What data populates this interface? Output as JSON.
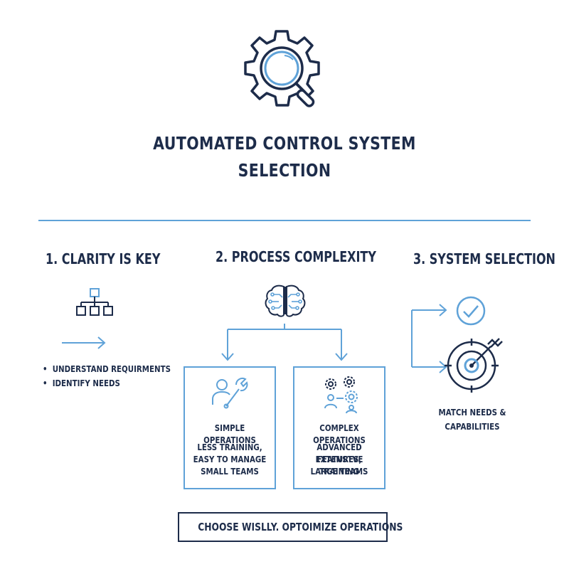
{
  "title_line1": "AUTOMATED CONTROL SYSTEM",
  "title_line2": "SELECTION",
  "sections": {
    "clarity": {
      "heading": "1. CLARITY IS KEY",
      "bullets": [
        "UNDERSTAND REQUIRMENTS",
        "IDENTIFY NEEDS"
      ]
    },
    "complexity": {
      "heading": "2. PROCESS COMPLEXITY",
      "simple": {
        "title": "SIMPLE OPERATIONS",
        "lines": [
          "LESS TRAINING,",
          "EASY TO MANAGE",
          "SMALL TEAMS"
        ]
      },
      "complex": {
        "title": "COMPLEX OPERATIONS",
        "lines": [
          "ADVANCED FEATURES,",
          "EXTENSTVE TRAINING",
          "LARGE TEAMS"
        ]
      }
    },
    "selection": {
      "heading": "3. SYSTEM SELECTION",
      "caption_line1": "MATCH NEEDS &",
      "caption_line2": "CAPABILITIES"
    }
  },
  "footer": "CHOOSE WISLLY. OPTOIMIZE OPERATIONS",
  "icons": {
    "header": "gear-magnifier-icon",
    "clarity": "hierarchy-icon",
    "complexity": "brain-circuit-icon",
    "simple": "user-wrench-icon",
    "complex": "gears-team-icon",
    "check": "check-circle-icon",
    "target": "target-arrow-icon"
  },
  "colors": {
    "navy": "#1d2c4a",
    "blue": "#5fa2d8"
  }
}
